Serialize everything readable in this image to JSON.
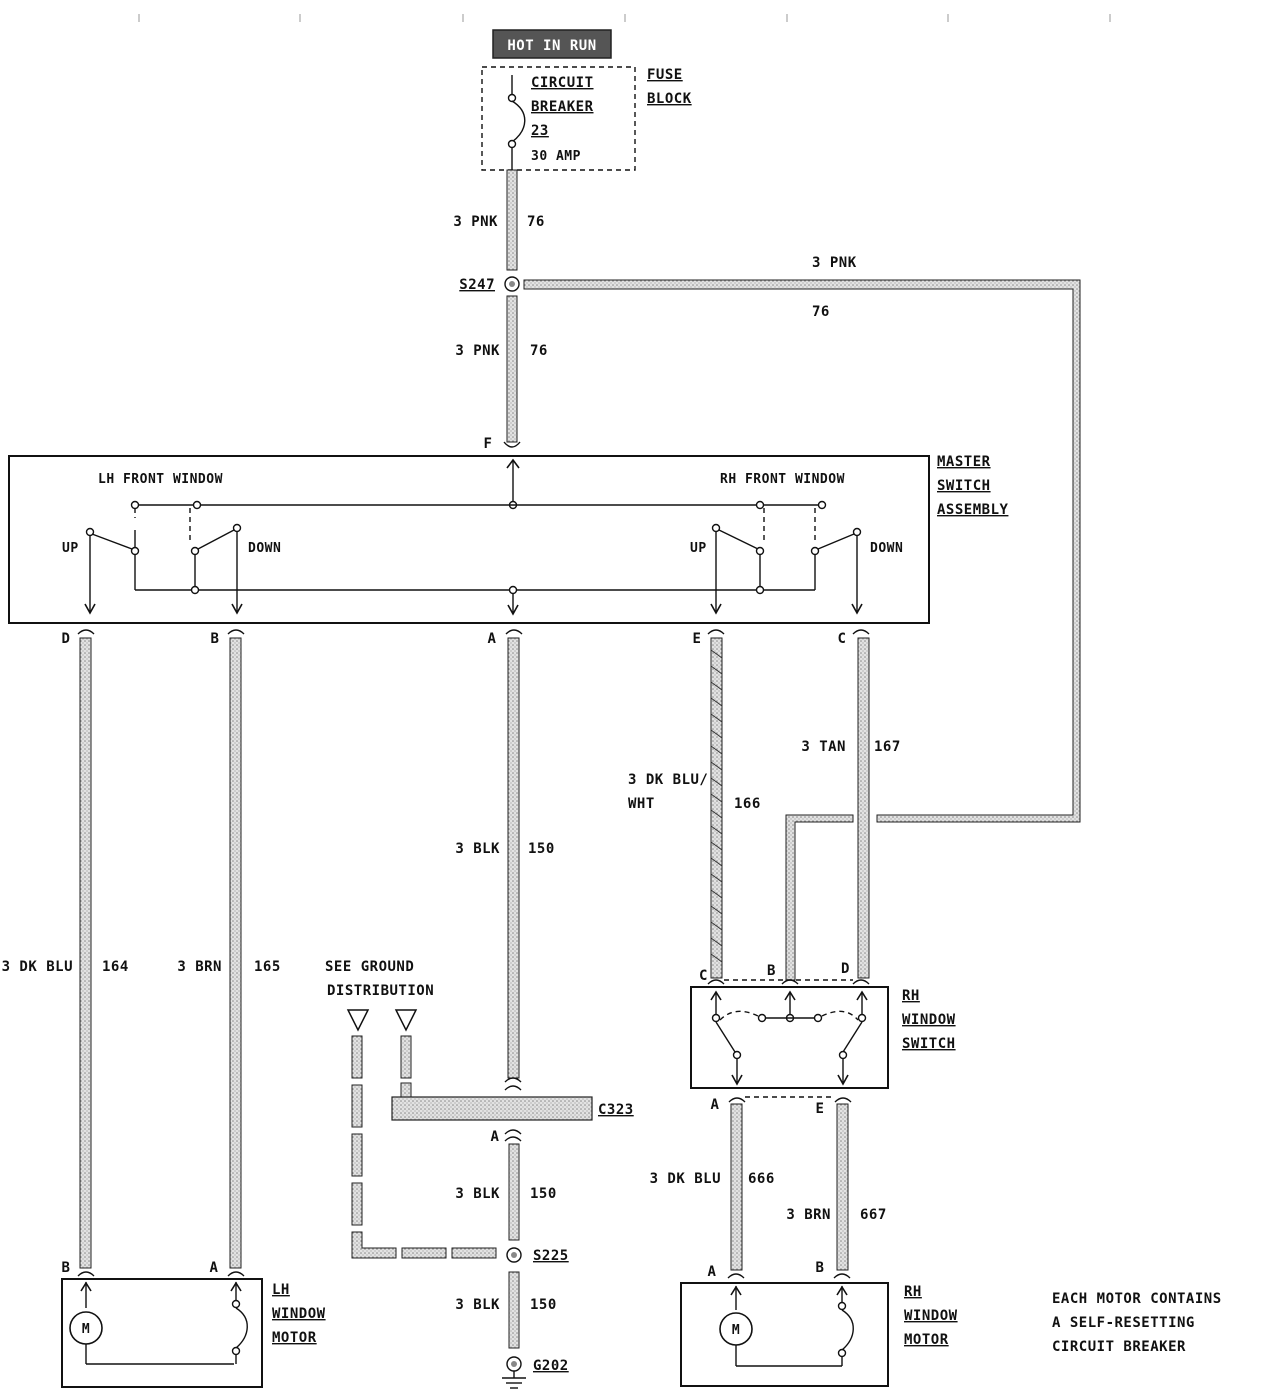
{
  "title": "HOT IN RUN",
  "fuse_block": {
    "breaker_line1": "CIRCUIT",
    "breaker_line2": "BREAKER",
    "breaker_num": "23",
    "rating": "30 AMP",
    "block_line1": "FUSE",
    "block_line2": "BLOCK"
  },
  "splices": {
    "s247": "S247",
    "s225": "S225",
    "g202": "G202",
    "c323": "C323"
  },
  "master_switch": {
    "line1": "MASTER",
    "line2": "SWITCH",
    "line3": "ASSEMBLY",
    "lh_label": "LH FRONT WINDOW",
    "rh_label": "RH FRONT WINDOW",
    "up": "UP",
    "down": "DOWN",
    "down_rh": "DOWN"
  },
  "pins": {
    "F": "F",
    "D": "D",
    "B": "B",
    "A": "A",
    "E": "E",
    "C": "C"
  },
  "wires": {
    "w76_top_color": "3 PNK",
    "w76_top_num": "76",
    "w76_mid_color": "3 PNK",
    "w76_mid_num": "76",
    "w76_right_color": "3 PNK",
    "w76_right_num": "76",
    "w164_color": "3 DK BLU",
    "w164_num": "164",
    "w165_color": "3 BRN",
    "w165_num": "165",
    "w150_color": "3 BLK",
    "w150_num": "150",
    "w150b_color": "3 BLK",
    "w150b_num": "150",
    "w150c_color": "3 BLK",
    "w150c_num": "150",
    "w166_color1": "3 DK BLU/",
    "w166_color2": "WHT",
    "w166_num": "166",
    "w167_color": "3 TAN",
    "w167_num": "167",
    "w666_color": "3 DK BLU",
    "w666_num": "666",
    "w667_color": "3 BRN",
    "w667_num": "667"
  },
  "ground_dist": {
    "line1": "SEE GROUND",
    "line2": "DISTRIBUTION"
  },
  "rh_switch": {
    "line1": "RH",
    "line2": "WINDOW",
    "line3": "SWITCH"
  },
  "lh_motor": {
    "line1": "LH",
    "line2": "WINDOW",
    "line3": "MOTOR",
    "m": "M"
  },
  "rh_motor": {
    "line1": "RH",
    "line2": "WINDOW",
    "line3": "MOTOR",
    "m": "M"
  },
  "note": {
    "line1": "EACH MOTOR CONTAINS",
    "line2": "A SELF-RESETTING",
    "line3": "CIRCUIT BREAKER"
  }
}
